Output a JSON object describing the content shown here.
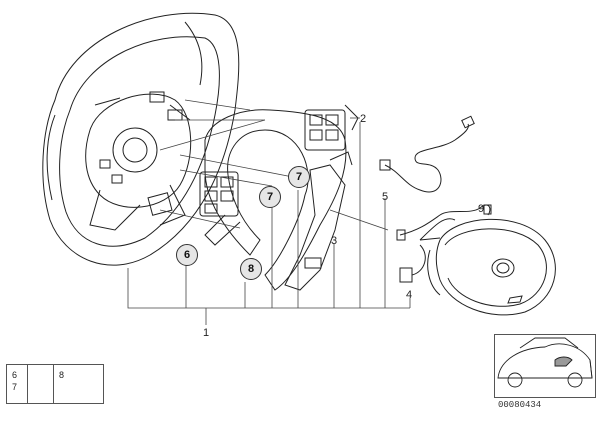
{
  "callouts": {
    "c1": "1",
    "c2": "2",
    "c3": "3",
    "c4": "4",
    "c5": "5",
    "c6": "6",
    "c7a": "7",
    "c7b": "7",
    "c8": "8",
    "c9": "9"
  },
  "legend": {
    "l6": "6",
    "l7": "7",
    "l8": "8"
  },
  "reference_number": "00080434"
}
